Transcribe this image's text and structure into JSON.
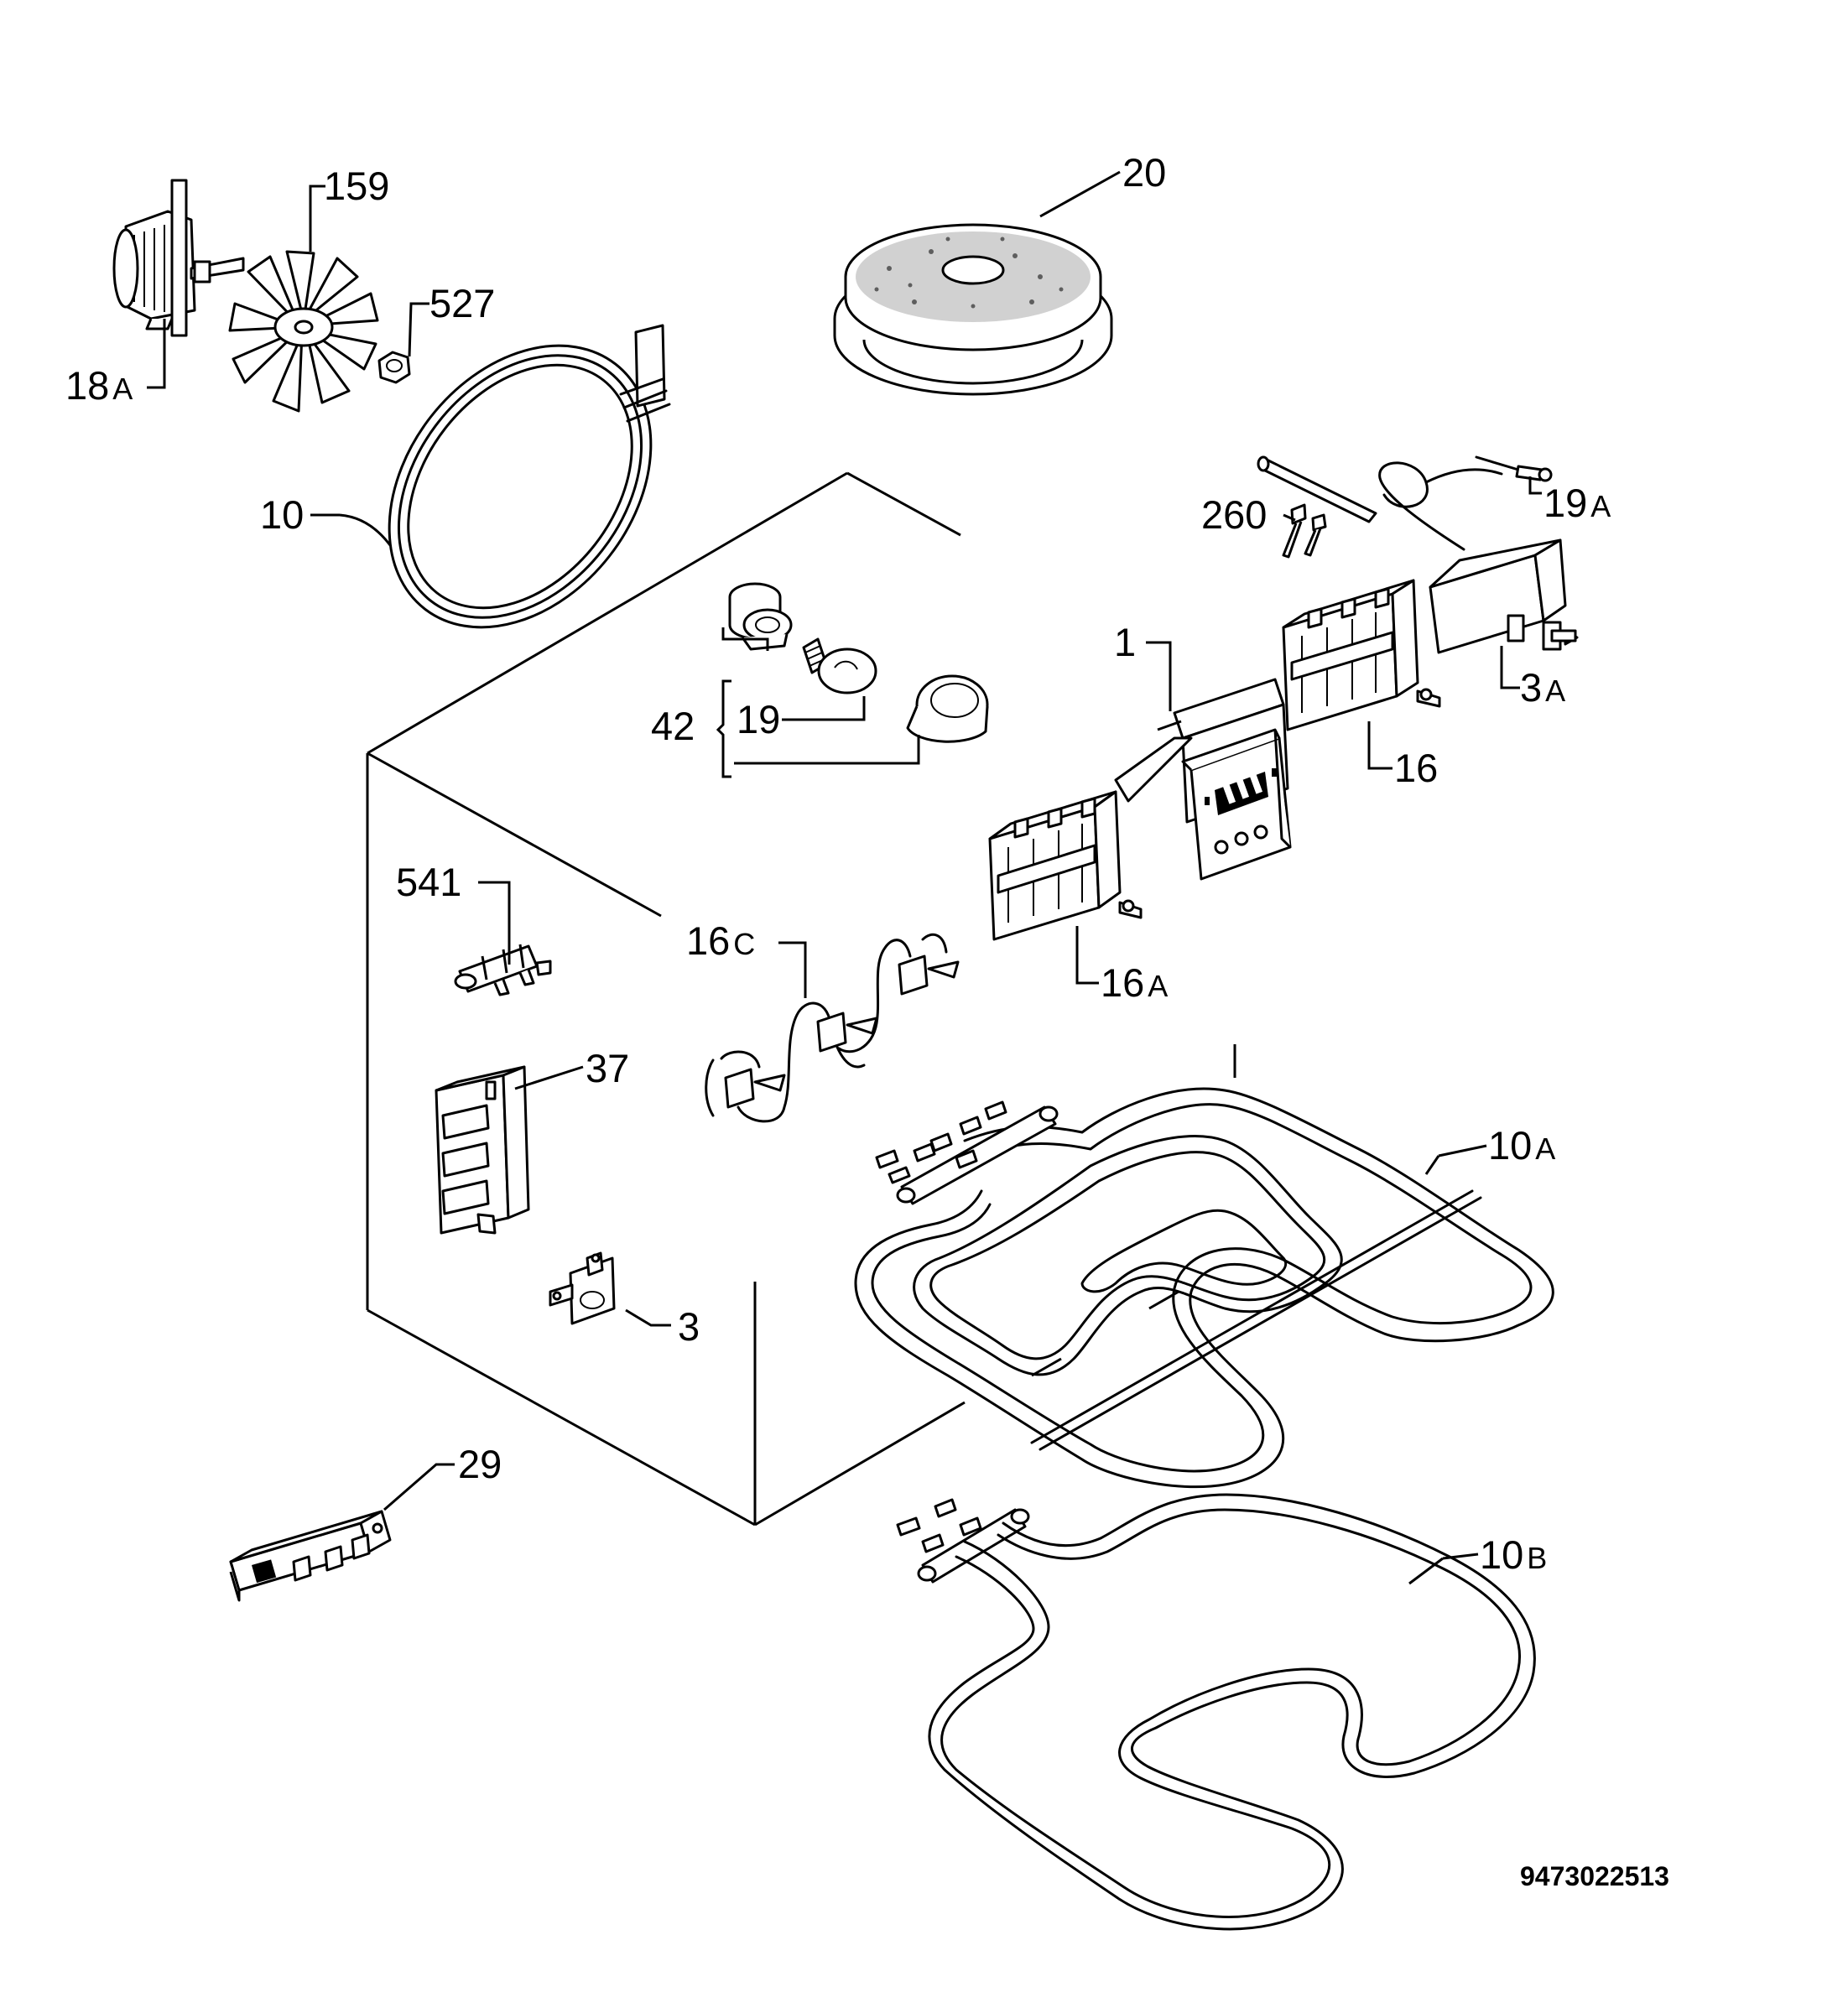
{
  "labels": {
    "p18a": {
      "num": "18",
      "suffix": "A"
    },
    "p159": {
      "num": "159"
    },
    "p527": {
      "num": "527"
    },
    "p20": {
      "num": "20"
    },
    "p10": {
      "num": "10"
    },
    "p19a": {
      "num": "19",
      "suffix": "A"
    },
    "p260": {
      "num": "260"
    },
    "p1": {
      "num": "1"
    },
    "p16": {
      "num": "16"
    },
    "p3a": {
      "num": "3",
      "suffix": "A"
    },
    "p42": {
      "num": "42"
    },
    "p19": {
      "num": "19"
    },
    "p541": {
      "num": "541"
    },
    "p16c": {
      "num": "16",
      "suffix": "C"
    },
    "p16a": {
      "num": "16",
      "suffix": "A"
    },
    "p37": {
      "num": "37"
    },
    "p10a": {
      "num": "10",
      "suffix": "A"
    },
    "p3": {
      "num": "3"
    },
    "p29": {
      "num": "29"
    },
    "p10b": {
      "num": "10",
      "suffix": "B"
    }
  },
  "drawing_code": "9473022513"
}
